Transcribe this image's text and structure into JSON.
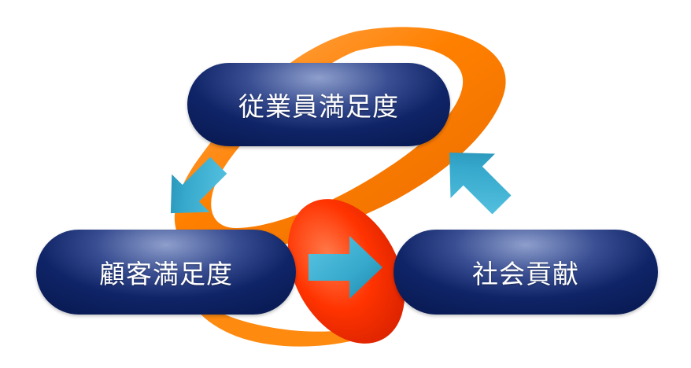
{
  "diagram": {
    "nodes": {
      "top": {
        "label": "従業員満足度"
      },
      "left": {
        "label": "顧客満足度"
      },
      "right": {
        "label": "社会貢献"
      }
    },
    "colors": {
      "node_fill": "#0f2467",
      "arrow": "#36a9cc",
      "orange_ring": "#ff8000",
      "red_ellipse": "#ff3300"
    }
  }
}
